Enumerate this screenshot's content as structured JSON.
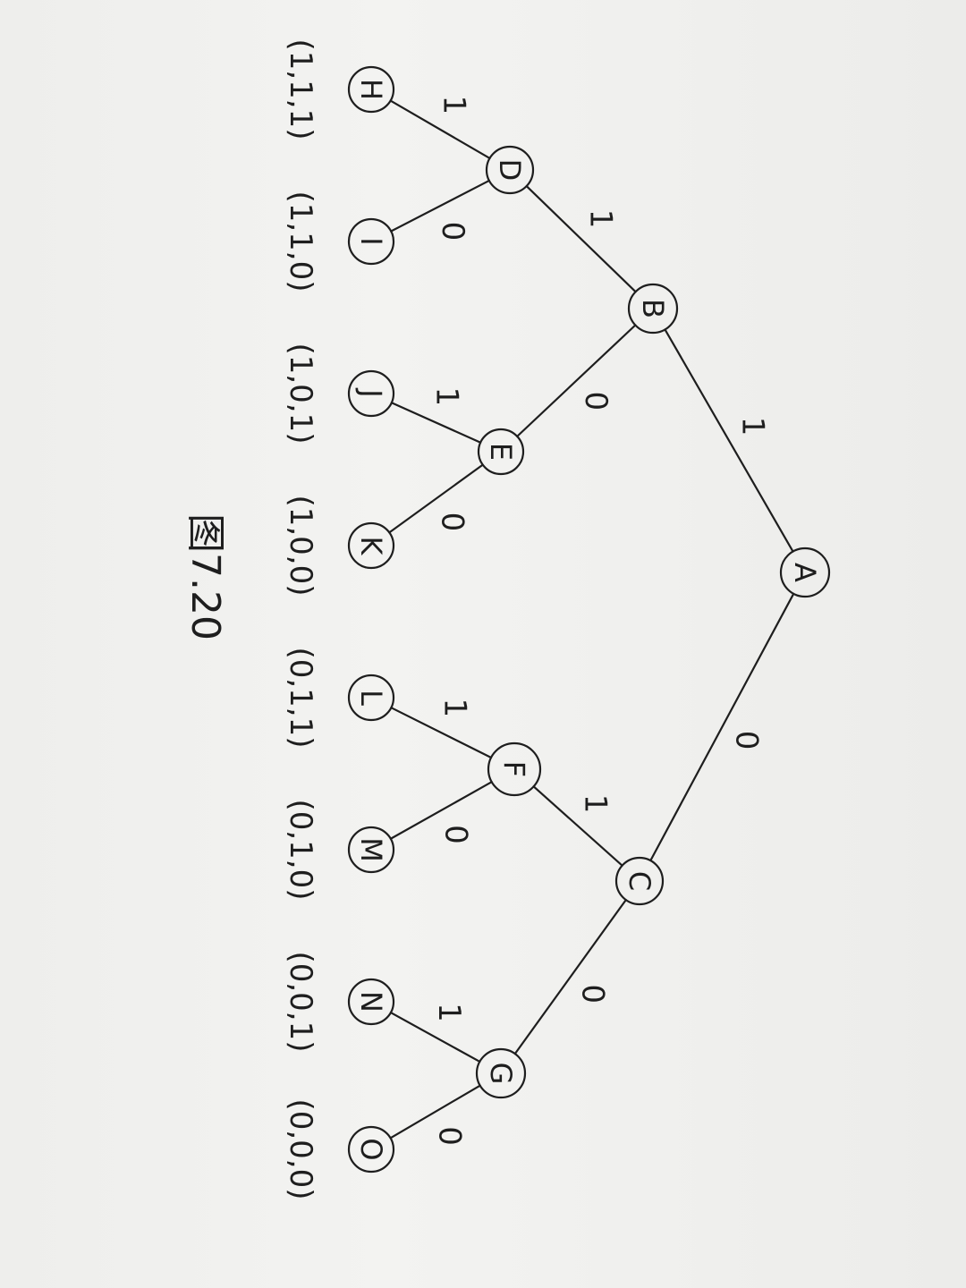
{
  "figure": {
    "caption": "图7.20",
    "root": "A",
    "nodes": [
      "A",
      "B",
      "C",
      "D",
      "E",
      "F",
      "G",
      "H",
      "I",
      "J",
      "K",
      "L",
      "M",
      "N",
      "O"
    ],
    "edges": [
      {
        "from": "A",
        "to": "B",
        "label": "1"
      },
      {
        "from": "A",
        "to": "C",
        "label": "0"
      },
      {
        "from": "B",
        "to": "D",
        "label": "1"
      },
      {
        "from": "B",
        "to": "E",
        "label": "0"
      },
      {
        "from": "C",
        "to": "F",
        "label": "1"
      },
      {
        "from": "C",
        "to": "G",
        "label": "0"
      },
      {
        "from": "D",
        "to": "H",
        "label": "1"
      },
      {
        "from": "D",
        "to": "I",
        "label": "0"
      },
      {
        "from": "E",
        "to": "J",
        "label": "1"
      },
      {
        "from": "E",
        "to": "K",
        "label": "0"
      },
      {
        "from": "F",
        "to": "L",
        "label": "1"
      },
      {
        "from": "F",
        "to": "M",
        "label": "0"
      },
      {
        "from": "G",
        "to": "N",
        "label": "1"
      },
      {
        "from": "G",
        "to": "O",
        "label": "0"
      }
    ],
    "leaf_codes": [
      {
        "leaf": "H",
        "code": "(1,1,1)"
      },
      {
        "leaf": "I",
        "code": "(1,1,0)"
      },
      {
        "leaf": "J",
        "code": "(1,0,1)"
      },
      {
        "leaf": "K",
        "code": "(1,0,0)"
      },
      {
        "leaf": "L",
        "code": "(0,1,1)"
      },
      {
        "leaf": "M",
        "code": "(0,1,0)"
      },
      {
        "leaf": "N",
        "code": "(0,0,1)"
      },
      {
        "leaf": "O",
        "code": "(0,0,0)"
      }
    ]
  },
  "colors": {
    "ink": "#1e1e1e",
    "paper": "#f1f1ef"
  }
}
